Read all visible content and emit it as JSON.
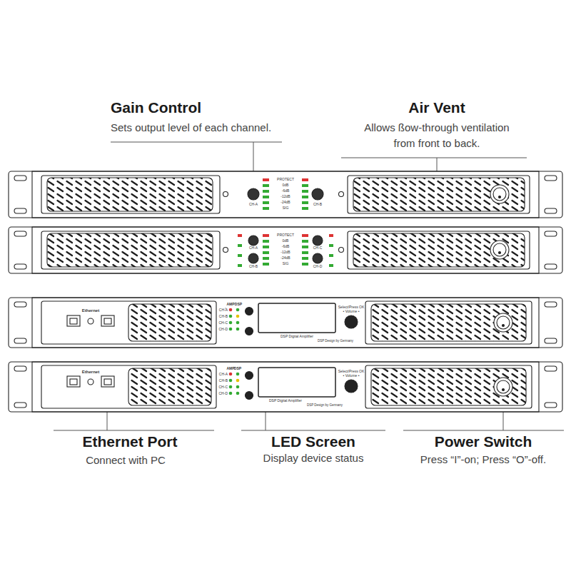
{
  "diagram": {
    "labels": [
      "Gain Control",
      "Sets output level of each channel.",
      "Air Vent",
      "Allows ßow-through ventilation",
      "from front to back.",
      "Ethernet Port",
      "Connect with PC",
      "LED Screen",
      "Display device status",
      "Power Switch",
      "Press “I”-on; Press “O”-off.",
      "PROTECT",
      "0dB",
      "-6dB",
      "-12dB",
      "-24dB",
      "SIG",
      "CH-A",
      "CH-B",
      "PROTECT",
      "0dB",
      "-6dB",
      "-12dB",
      "-24dB",
      "SIG",
      "CH-A",
      "CH-B",
      "CH-C",
      "CH-D",
      "Ethernet",
      "AMP",
      "DSP",
      "CH-A",
      "CH-B",
      "CH-C",
      "CH-D",
      "DSP Digital Amplifier",
      "DSP Design by Germany",
      "Select/Press OK",
      "• Volume •",
      "Ethernet",
      "DSP",
      "AMP",
      "CH-A",
      "CH-B",
      "CH-C",
      "CH-D",
      "Select/Press OK",
      "• Volume •",
      "DSP Digital Amplifier",
      "DSP Design by Germany"
    ]
  }
}
